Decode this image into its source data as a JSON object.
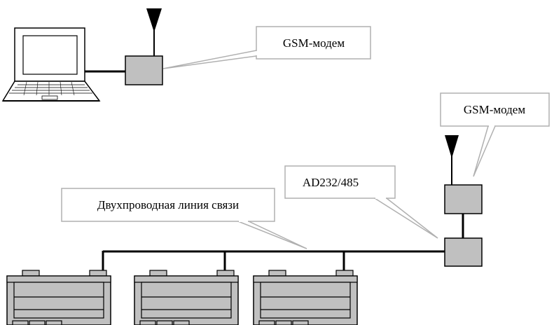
{
  "labels": {
    "modem_top": "GSM-модем",
    "modem_right": "GSM-модем",
    "converter": "AD232/485",
    "line": "Двухпроводная линия связи"
  },
  "colors": {
    "device_fill": "#c0c0c0",
    "device_stroke": "#000000",
    "line": "#000000",
    "callout_border": "#b0b0b0",
    "background": "#ffffff"
  },
  "icons": {
    "computer": "laptop-icon",
    "antenna": "antenna-icon",
    "controller": "plc-controller-icon"
  }
}
